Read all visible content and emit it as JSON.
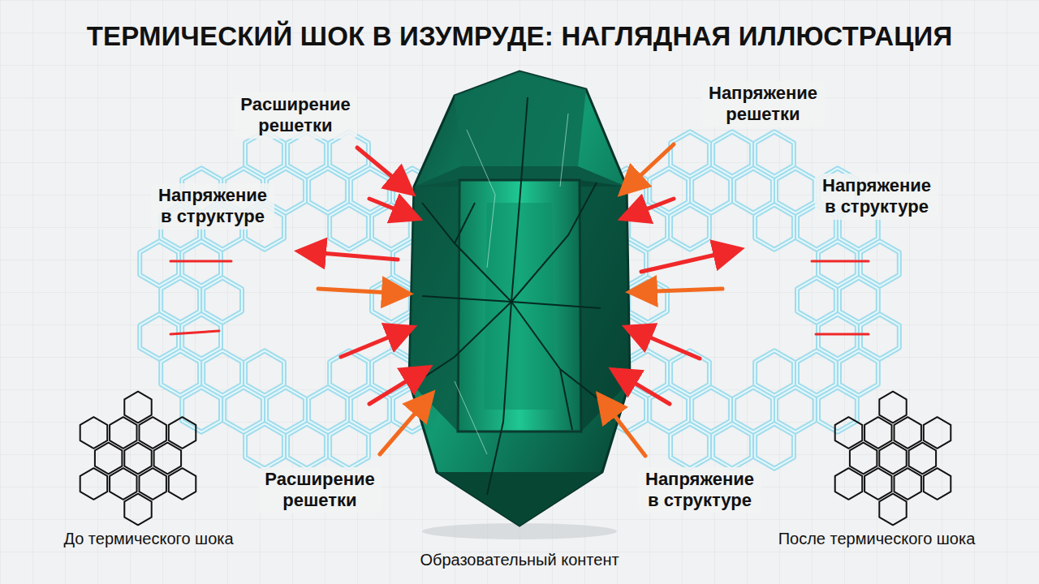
{
  "diagram": {
    "title": "ТЕРМИЧЕСКИЙ ШОК В ИЗУМРУДЕ: НАГЛЯДНАЯ ИЛЛЮСТРАЦИЯ",
    "caption": "Образовательный контент",
    "labels": [
      "Расширение решетки",
      "Напряжение решетки",
      "Напряжение в структуре",
      "Напряжение в структуре",
      "Расширение решетки",
      "Напряжение в структуре",
      "До термического шока",
      "После термического шока"
    ]
  }
}
